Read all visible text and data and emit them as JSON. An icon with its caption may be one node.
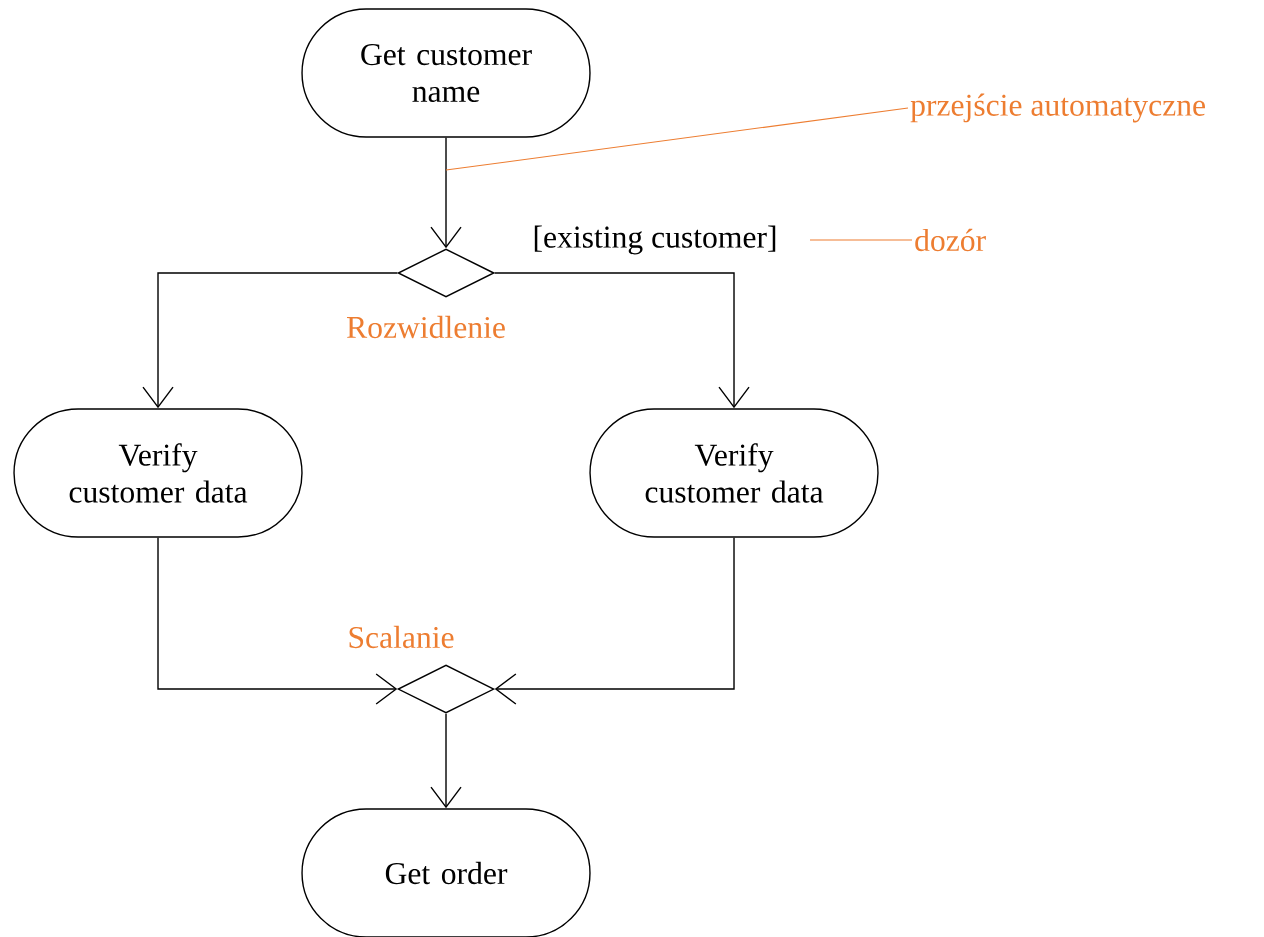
{
  "diagram": {
    "nodes": [
      {
        "text": [
          "Get customer name"
        ]
      },
      {
        "text": [],
        "shape": "diamond",
        "beside": [
          "Rozwidlenie"
        ]
      },
      {
        "text": [
          "Verify customer data"
        ]
      },
      {
        "text": [
          "Verify customer data"
        ]
      },
      {
        "text": [],
        "shape": "diamond",
        "beside": [
          "Scalanie"
        ]
      },
      {
        "text": [
          "Get order"
        ]
      },
      {
        "text": [
          "przejście automatyczne"
        ]
      },
      {
        "text": [
          "dozór"
        ]
      }
    ],
    "edges": [
      {
        "from": 0,
        "to": 1,
        "arrow": "to"
      },
      {
        "from": 1,
        "to": 2,
        "arrow": "to"
      },
      {
        "from": 1,
        "to": 3,
        "arrow": "to",
        "label": "[existing customer]"
      },
      {
        "from": 2,
        "to": 4,
        "arrow": "to"
      },
      {
        "from": 3,
        "to": 4,
        "arrow": "to"
      },
      {
        "from": 4,
        "to": 5,
        "arrow": "to"
      },
      {
        "from": 6,
        "to": null,
        "arrow": "none",
        "color": "#ed7d31"
      },
      {
        "from": 7,
        "to": null,
        "arrow": "none",
        "color": "#ed7d31"
      }
    ]
  }
}
